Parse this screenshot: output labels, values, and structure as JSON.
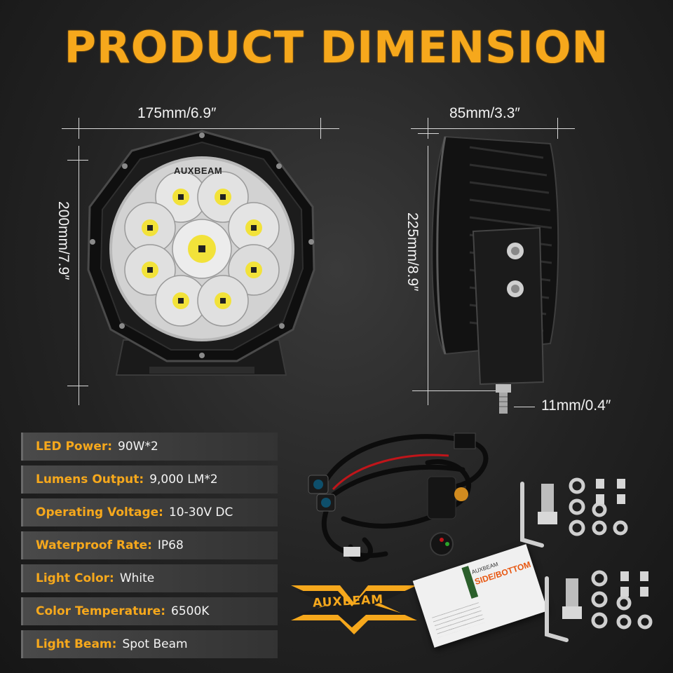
{
  "header": {
    "title": "PRODUCT DIMENSION"
  },
  "dimensions": {
    "front_width": "175mm/6.9″",
    "front_height": "200mm/7.9″",
    "side_depth": "85mm/3.3″",
    "side_height": "225mm/8.9″",
    "bolt_length": "11mm/0.4″"
  },
  "product": {
    "brand_on_lamp": "AUXBEAM",
    "brand_logo": "AUXBEAM",
    "manual_brand": "AUXBEAM",
    "manual_title": "SIDE/BOTTOM"
  },
  "specs": [
    {
      "label": "LED Power:",
      "value": "90W*2"
    },
    {
      "label": "Lumens Output:",
      "value": "9,000 LM*2"
    },
    {
      "label": "Operating Voltage:",
      "value": "10-30V DC"
    },
    {
      "label": "Waterproof Rate:",
      "value": "IP68"
    },
    {
      "label": "Light Color:",
      "value": "White"
    },
    {
      "label": "Color Temperature:",
      "value": "6500K"
    },
    {
      "label": "Light Beam:",
      "value": "Spot Beam"
    }
  ],
  "colors": {
    "accent": "#f6a81c",
    "text": "#f4f4f4",
    "background": "#262626"
  }
}
